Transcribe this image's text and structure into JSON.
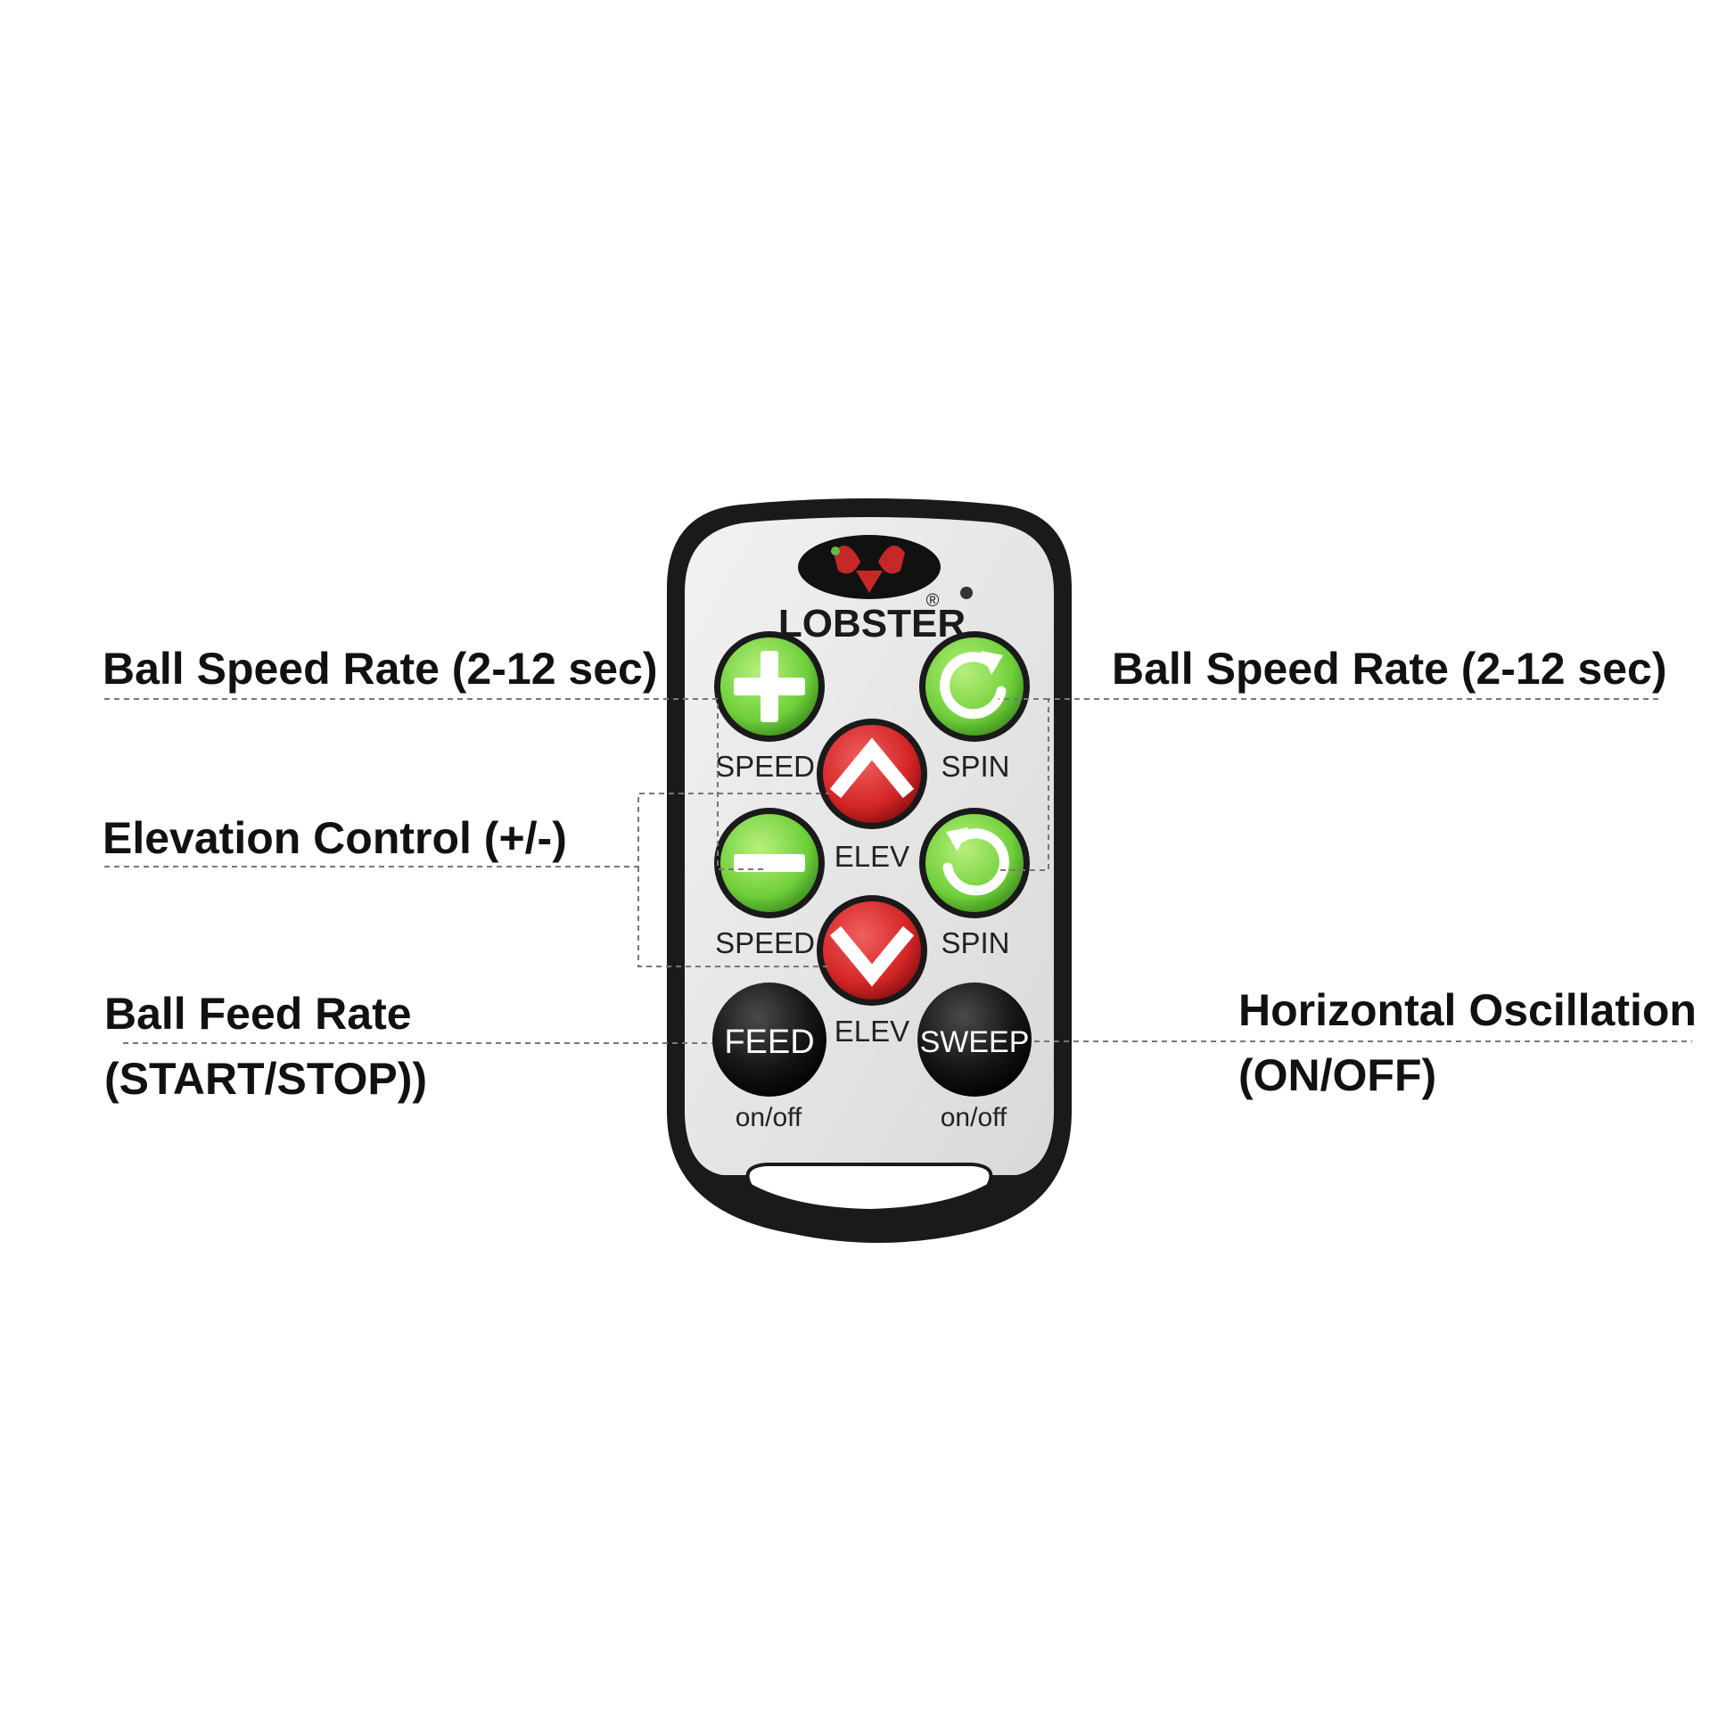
{
  "callouts": {
    "speed_left": "Ball Speed Rate (2-12 sec)",
    "speed_right": "Ball Speed Rate (2-12 sec)",
    "elevation": "Elevation Control (+/-)",
    "feed_line1": "Ball Feed Rate",
    "feed_line2": "(START/STOP))",
    "oscillation_line1": "Horizontal Oscillation",
    "oscillation_line2": "(ON/OFF)"
  },
  "remote": {
    "brand": "LOBSTER",
    "registered_mark": "®",
    "speed_up_label": "SPEED",
    "speed_down_label": "SPEED",
    "spin_up_label": "SPIN",
    "spin_down_label": "SPIN",
    "elev_label_upper": "ELEV",
    "elev_label_lower": "ELEV",
    "feed_button": "FEED",
    "sweep_button": "SWEEP",
    "feed_sub": "on/off",
    "sweep_sub": "on/off"
  },
  "colors": {
    "button_green": "#7ed64a",
    "button_red": "#d92b2b",
    "button_black": "#111111",
    "remote_face": "#e6e6e6",
    "remote_frame": "#1a1a1a",
    "leader_line": "#777777"
  },
  "icons": {
    "speed_up": "plus-icon",
    "speed_down": "minus-icon",
    "spin_up": "rotate-clockwise-icon",
    "spin_down": "rotate-counterclockwise-icon",
    "elev_up": "chevron-up-icon",
    "elev_down": "chevron-down-icon",
    "logo": "lobster-logo-icon"
  }
}
